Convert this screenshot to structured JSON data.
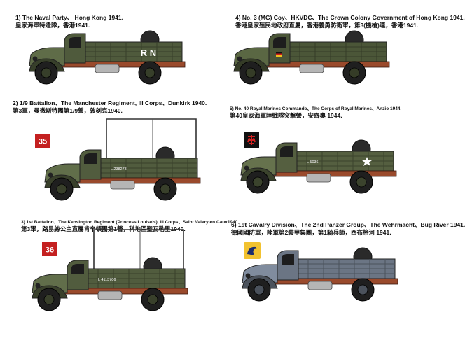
{
  "panels": [
    {
      "en": "1) The Naval Party、 Hong Kong 1941.",
      "zh": "皇家海軍特遣隊，香港1941.",
      "marking": "R N",
      "color": "#4f5a3c"
    },
    {
      "en": "4) No. 3 (MG) Coy、HKVDC、The Crown Colony Government of Hong Kong 1941.",
      "zh": "香港皇家殖民地政府直屬，香港義勇防衛軍，第3(機槍)連，香港1941.",
      "color": "#4b5638"
    },
    {
      "en": "2) 1/9 Battalion、The Manchester Regiment, III Corps、Dunkirk 1940.",
      "zh": "第3軍，曼徹斯特團第1/9營，敦刻克1940.",
      "badge": "35",
      "reg": "L 238273",
      "color": "#515c3e"
    },
    {
      "en": "5) No. 40 Royal Marines Commando、The Corps of Royal Marines、Anzio 1944.",
      "zh": "第40皇家海軍陸戰隊突擊營，安齊奧 1944.",
      "reg": "L 5036",
      "color": "#555f40"
    },
    {
      "en": "3) 1st Battalion、The Kensington Regiment (Princess Louise's), III Corps、Saint Valery en Caux1940",
      "zh": "第3軍，路易絲公主直屬肯辛頓團第1營，科地區聖瓦勒里1940.",
      "badge": "36",
      "reg": "L 4113706",
      "color": "#515c3e"
    },
    {
      "en": "6) 1st Cavalry Division、The 2nd Panzer Group、The Wehrmacht、Bug River 1941.",
      "zh": "德國國防軍，陸軍第2裝甲集團，第1騎兵師，西布格河 1941.",
      "color": "#6b7584"
    }
  ]
}
